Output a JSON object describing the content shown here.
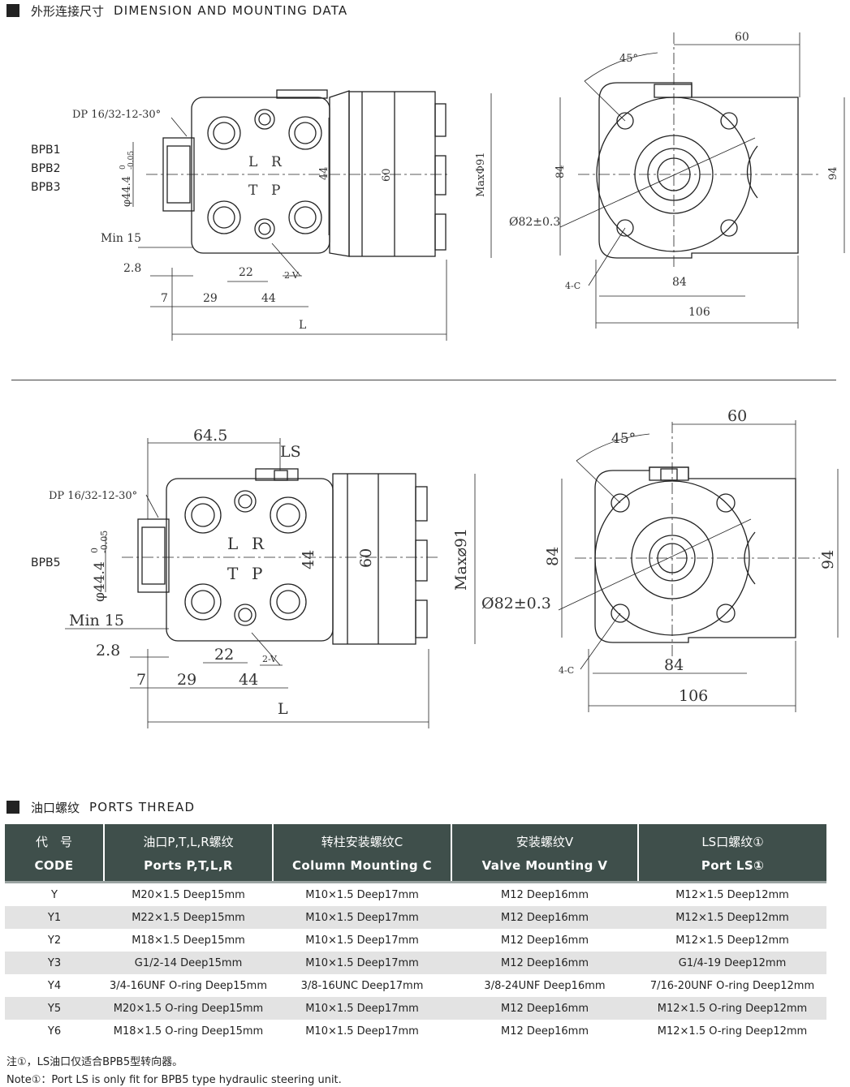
{
  "header1": {
    "cn": "外形连接尺寸",
    "en": "DIMENSION AND MOUNTING DATA"
  },
  "models_top": [
    "BPB1",
    "BPB2",
    "BPB3"
  ],
  "model_bottom": "BPB5",
  "dims": {
    "dp": "DP 16/32-12-30°",
    "phi44": "φ44.4",
    "tol_up": "0",
    "tol_dn": "-0.05",
    "min15": "Min 15",
    "d28": "2.8",
    "d7": "7",
    "d29": "29",
    "d44": "44",
    "d22": "22",
    "v2": "2-V",
    "L": "L",
    "d60": "60",
    "maxphi91": "MaxΦ91",
    "maxphi91b": "Max⌀91",
    "d84": "84",
    "d94": "94",
    "d106": "106",
    "phi82": "Ø82±0.3",
    "c4": "4-C",
    "deg45": "45°",
    "d645": "64.5",
    "ls": "LS",
    "port_L": "L",
    "port_R": "R",
    "port_T": "T",
    "port_P": "P"
  },
  "header2": {
    "cn": "油口螺纹",
    "en": "PORTS THREAD"
  },
  "table": {
    "headers": [
      {
        "cn": "代　号",
        "en": "CODE"
      },
      {
        "cn": "油口P,T,L,R螺纹",
        "en": "Ports  P,T,L,R"
      },
      {
        "cn": "转柱安装螺纹C",
        "en": "Column Mounting C"
      },
      {
        "cn": "安装螺纹V",
        "en": "Valve Mounting V"
      },
      {
        "cn": "LS口螺纹①",
        "en": "Port LS①"
      }
    ],
    "rows": [
      [
        "Y",
        "M20×1.5  Deep15mm",
        "M10×1.5  Deep17mm",
        "M12  Deep16mm",
        "M12×1.5  Deep12mm"
      ],
      [
        "Y1",
        "M22×1.5  Deep15mm",
        "M10×1.5  Deep17mm",
        "M12  Deep16mm",
        "M12×1.5  Deep12mm"
      ],
      [
        "Y2",
        "M18×1.5  Deep15mm",
        "M10×1.5  Deep17mm",
        "M12  Deep16mm",
        "M12×1.5  Deep12mm"
      ],
      [
        "Y3",
        "G1/2-14  Deep15mm",
        "M10×1.5  Deep17mm",
        "M12  Deep16mm",
        "G1/4-19  Deep12mm"
      ],
      [
        "Y4",
        "3/4-16UNF O-ring  Deep15mm",
        "3/8-16UNC  Deep17mm",
        "3/8-24UNF  Deep16mm",
        "7/16-20UNF O-ring  Deep12mm"
      ],
      [
        "Y5",
        "M20×1.5 O-ring  Deep15mm",
        "M10×1.5  Deep17mm",
        "M12  Deep16mm",
        "M12×1.5 O-ring  Deep12mm"
      ],
      [
        "Y6",
        "M18×1.5 O-ring  Deep15mm",
        "M10×1.5  Deep17mm",
        "M12  Deep16mm",
        "M12×1.5 O-ring  Deep12mm"
      ]
    ]
  },
  "notes": {
    "cn": "注①，LS油口仅适合BPB5型转向器。",
    "en": "Note①：Port LS is only fit for BPB5 type hydraulic steering unit."
  }
}
